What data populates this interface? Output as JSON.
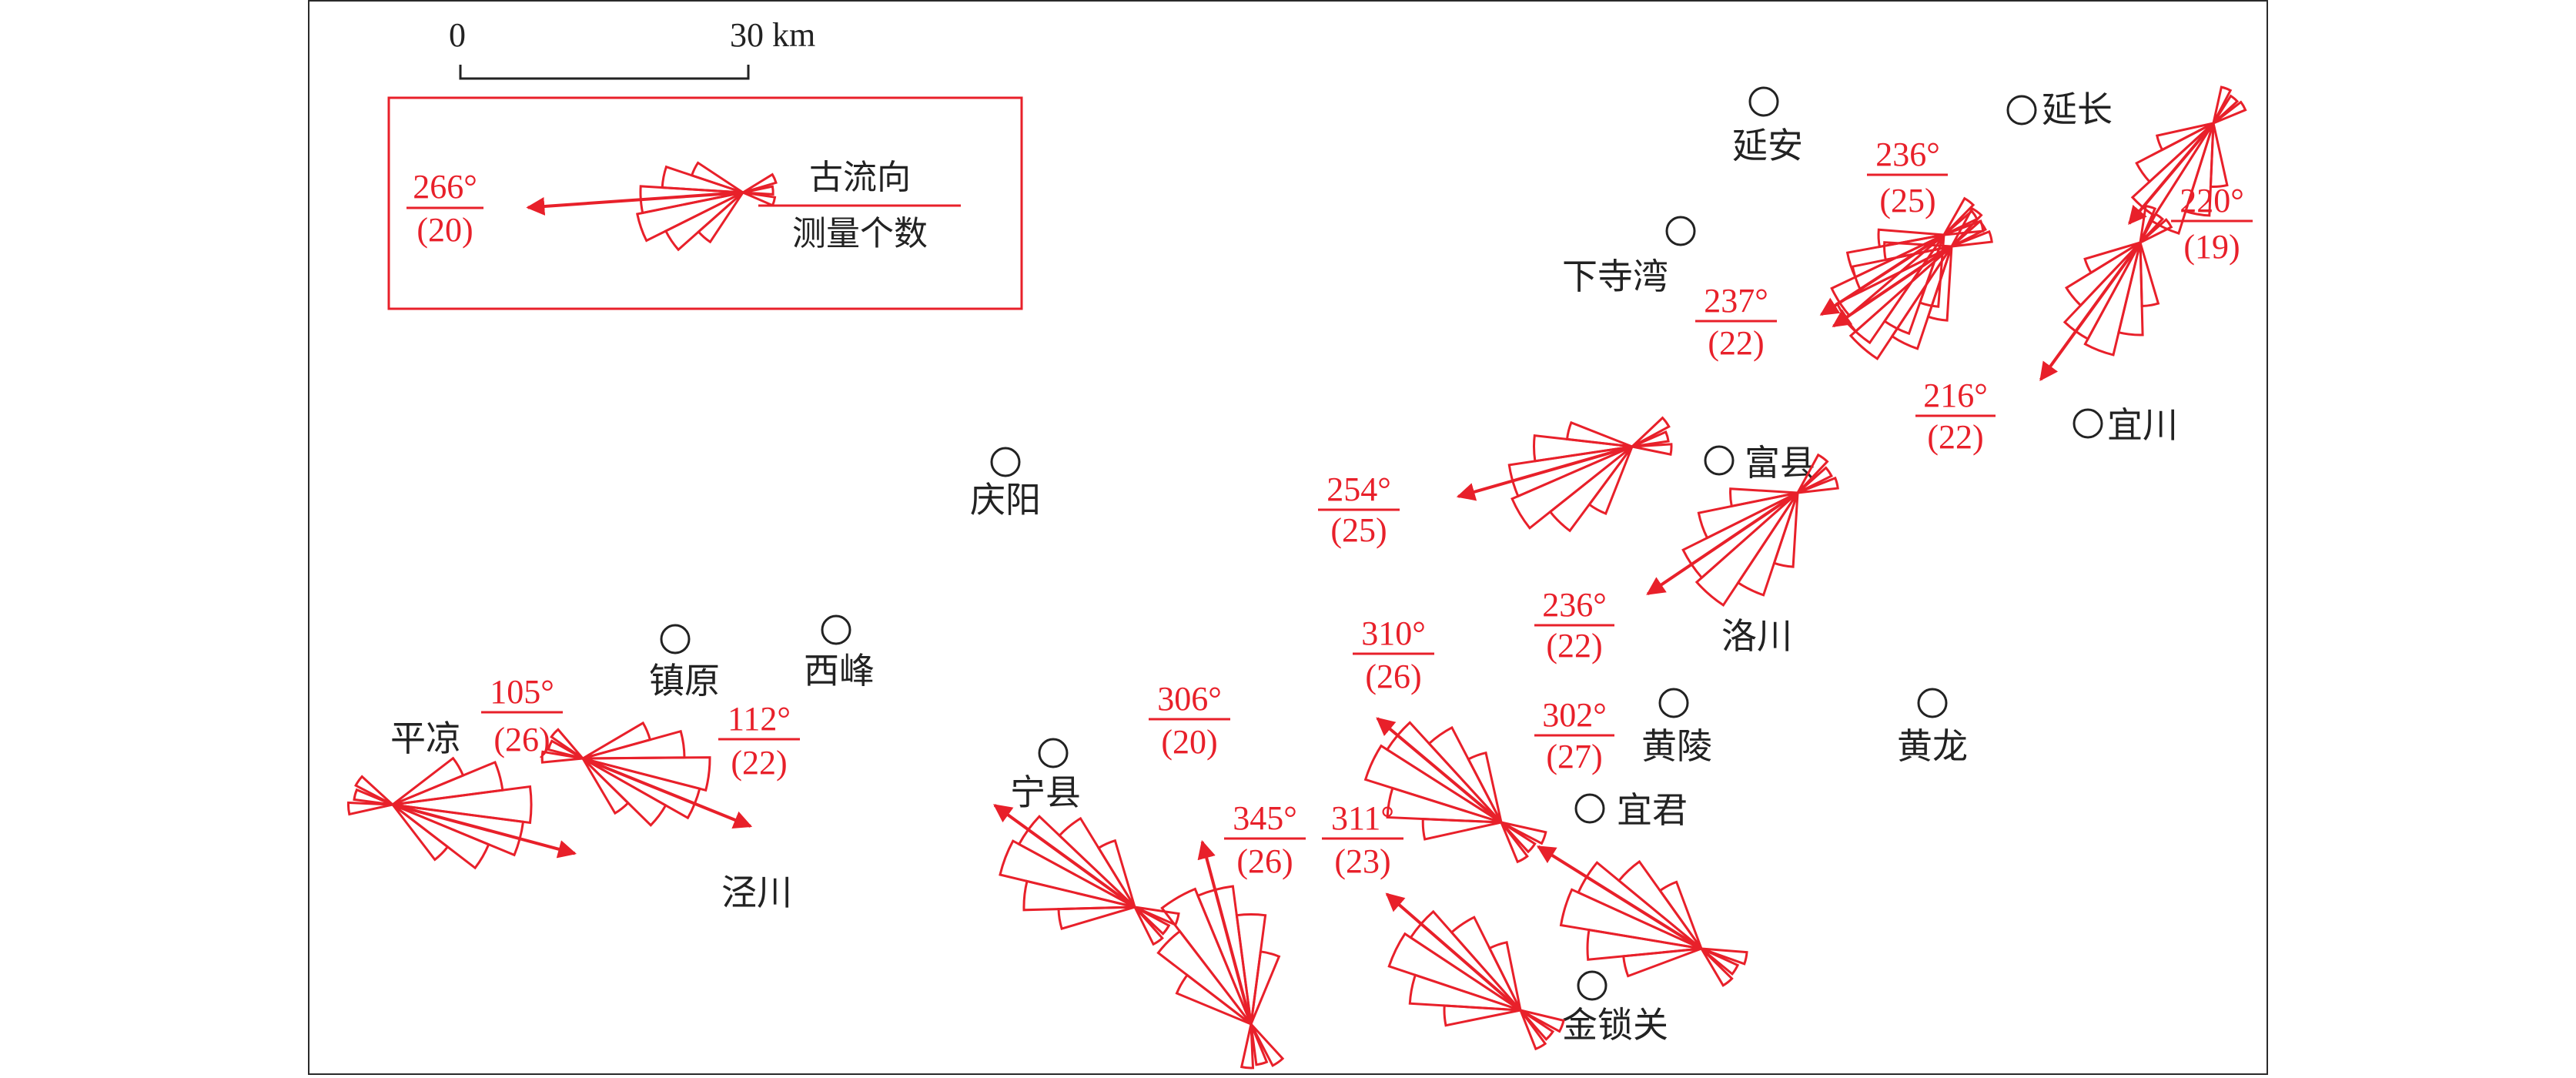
{
  "colors": {
    "accent": "#e8202a",
    "ink": "#222222",
    "frame": "#2a2a2a",
    "background": "#ffffff"
  },
  "scale_bar": {
    "zero": "0",
    "distance": "30 km"
  },
  "legend": {
    "angle": "266°",
    "count": "(20)",
    "line1": "古流向",
    "line2": "测量个数"
  },
  "towns": [
    {
      "id": "yanan",
      "label": "延安"
    },
    {
      "id": "yanchang",
      "label": "延长"
    },
    {
      "id": "xiasiwan",
      "label": "下寺湾"
    },
    {
      "id": "yichuan",
      "label": "宜川"
    },
    {
      "id": "fuxian",
      "label": "富县"
    },
    {
      "id": "qingyang",
      "label": "庆阳"
    },
    {
      "id": "luochuan",
      "label": "洛川"
    },
    {
      "id": "zhenyuan",
      "label": "镇原"
    },
    {
      "id": "xifeng",
      "label": "西峰"
    },
    {
      "id": "pingliang",
      "label": "平凉"
    },
    {
      "id": "jingchuan",
      "label": "泾川"
    },
    {
      "id": "ningxian",
      "label": "宁县"
    },
    {
      "id": "huangling",
      "label": "黄陵"
    },
    {
      "id": "huanglong",
      "label": "黄龙"
    },
    {
      "id": "yijun",
      "label": "宜君"
    },
    {
      "id": "jinsuoguan",
      "label": "金锁关"
    }
  ],
  "paleocurrents": [
    {
      "id": "yanchang-a",
      "angle_label": "236°",
      "count_label": "(25)",
      "azimuth_deg": 236,
      "measurements": 25
    },
    {
      "id": "yanchang-b",
      "angle_label": "220°",
      "count_label": "(19)",
      "azimuth_deg": 220,
      "measurements": 19
    },
    {
      "id": "xiasiwan",
      "angle_label": "237°",
      "count_label": "(22)",
      "azimuth_deg": 237,
      "measurements": 22
    },
    {
      "id": "yichuan",
      "angle_label": "216°",
      "count_label": "(22)",
      "azimuth_deg": 216,
      "measurements": 22
    },
    {
      "id": "fuxian-west",
      "angle_label": "254°",
      "count_label": "(25)",
      "azimuth_deg": 254,
      "measurements": 25
    },
    {
      "id": "fuxian-south",
      "angle_label": "236°",
      "count_label": "(22)",
      "azimuth_deg": 236,
      "measurements": 22
    },
    {
      "id": "luochuan-west",
      "angle_label": "310°",
      "count_label": "(26)",
      "azimuth_deg": 310,
      "measurements": 26
    },
    {
      "id": "huangling",
      "angle_label": "302°",
      "count_label": "(27)",
      "azimuth_deg": 302,
      "measurements": 27
    },
    {
      "id": "pingliang",
      "angle_label": "105°",
      "count_label": "(26)",
      "azimuth_deg": 105,
      "measurements": 26
    },
    {
      "id": "zhenyuan",
      "angle_label": "112°",
      "count_label": "(22)",
      "azimuth_deg": 112,
      "measurements": 22
    },
    {
      "id": "ningxian",
      "angle_label": "306°",
      "count_label": "(20)",
      "azimuth_deg": 306,
      "measurements": 20
    },
    {
      "id": "ningxian-south",
      "angle_label": "345°",
      "count_label": "(26)",
      "azimuth_deg": 345,
      "measurements": 26
    },
    {
      "id": "jinsuoguan",
      "angle_label": "311°",
      "count_label": "(23)",
      "azimuth_deg": 311,
      "measurements": 23
    }
  ]
}
